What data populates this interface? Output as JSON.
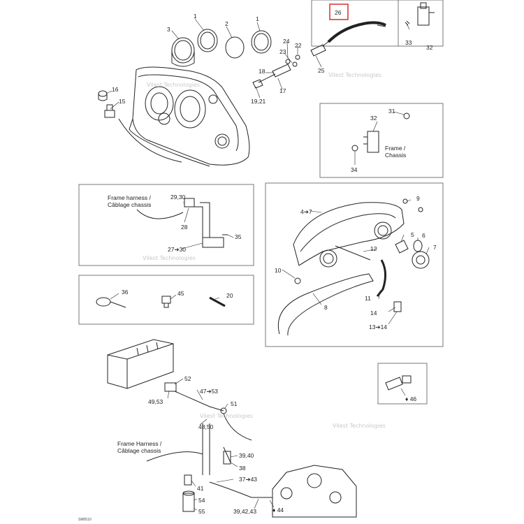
{
  "callouts": {
    "c1": "1",
    "c2": "2",
    "c3": "3",
    "c26": "26",
    "c24": "24",
    "c22": "22",
    "c23": "23",
    "c25": "25",
    "c18": "18",
    "c17": "17",
    "c19_21": "19,21",
    "c16": "16",
    "c15": "15",
    "c33": "33",
    "c32a": "32",
    "c31": "31",
    "c32b": "32",
    "c34": "34",
    "c29_30": "29,30",
    "c28": "28",
    "c27_30": "27➔30",
    "c35": "35",
    "c36": "36",
    "c45": "45",
    "c20": "20",
    "c9": "9",
    "c4_7": "4➔7",
    "c5": "5",
    "c6": "6",
    "c7": "7",
    "c12": "12",
    "c10": "10",
    "c8": "8",
    "c11": "11",
    "c14": "14",
    "c13_14": "13➔14",
    "c46": "♦ 46",
    "c52": "52",
    "c47_53": "47➔53",
    "c49_53": "49,53",
    "c51": "51",
    "c48_50": "48,50",
    "c39_40": "39,40",
    "c38": "38",
    "c37_43": "37➔43",
    "c41": "41",
    "c54": "54",
    "c55": "55",
    "c39_42_43": "39,42,43",
    "c44": "♦ 44"
  },
  "labels": {
    "frame_chassis_1": "Frame /",
    "frame_chassis_2": "Chassis",
    "frame_harness_1": "Frame harness /",
    "frame_harness_2": "Câblage chassis",
    "frame_harness2_1": "Frame Harness /",
    "frame_harness2_2": "Câblage chassis"
  },
  "watermark": "Vilest Technologies",
  "figure_code": "SM0510",
  "colors": {
    "line": "#222222",
    "highlight": "#d62020",
    "panel_border": "#555555"
  }
}
